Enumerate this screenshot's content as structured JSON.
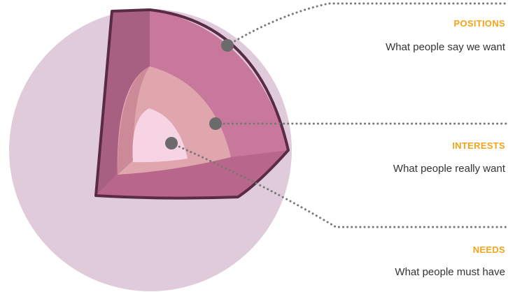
{
  "layers": [
    {
      "title": "POSITIONS",
      "description": "What people say we want"
    },
    {
      "title": "INTERESTS",
      "description": "What people really want"
    },
    {
      "title": "NEEDS",
      "description": "What people must have"
    }
  ],
  "colors": {
    "sphere": "#dfcbda",
    "outer_layer": "#c8789a",
    "outer_side": "#a86082",
    "outer_floor": "#b8668a",
    "middle_layer": "#e0a6ae",
    "middle_side": "#cc8a98",
    "core": "#f7d4e3",
    "outline": "#5a2b45",
    "marker": "#6b6b6b",
    "connector": "#777777",
    "title_text": "#f2a51a",
    "description_text": "#333333"
  }
}
